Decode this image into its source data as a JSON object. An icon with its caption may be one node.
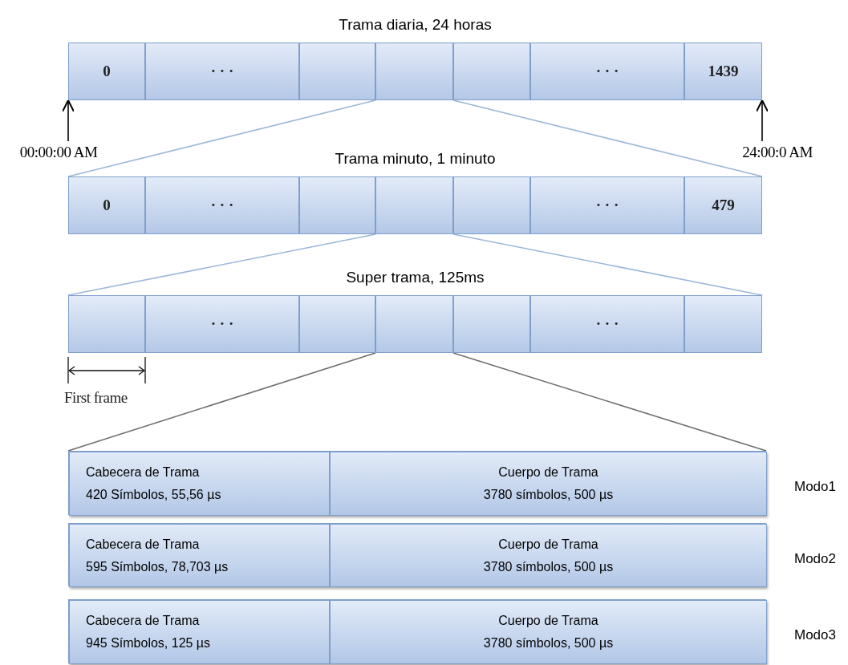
{
  "diagram": {
    "nodes": [
      {
        "text": [
          "Trama diaria, 24 horas"
        ]
      },
      {
        "text": [
          "0"
        ],
        "in": 0
      },
      {
        "text": [
          "· · ·"
        ],
        "in": 0
      },
      {
        "text": [],
        "shape": "box",
        "in": 0
      },
      {
        "text": [],
        "shape": "box",
        "in": 0
      },
      {
        "text": [],
        "shape": "box",
        "in": 0
      },
      {
        "text": [
          "· · ·"
        ],
        "in": 0
      },
      {
        "text": [
          "1439"
        ],
        "in": 0
      },
      {
        "text": [
          "00:00:00 AM"
        ]
      },
      {
        "text": [
          "24:00:0 AM"
        ]
      },
      {
        "text": [
          "Trama minuto, 1 minuto"
        ]
      },
      {
        "text": [
          "0"
        ],
        "in": 10
      },
      {
        "text": [
          "· · ·"
        ],
        "in": 10
      },
      {
        "text": [],
        "shape": "box",
        "in": 10
      },
      {
        "text": [],
        "shape": "box",
        "in": 10
      },
      {
        "text": [],
        "shape": "box",
        "in": 10
      },
      {
        "text": [
          "· · ·"
        ],
        "in": 10
      },
      {
        "text": [
          "479"
        ],
        "in": 10
      },
      {
        "text": [
          "Super trama, 125ms"
        ]
      },
      {
        "text": [],
        "shape": "box",
        "in": 18
      },
      {
        "text": [
          "· · ·"
        ],
        "in": 18
      },
      {
        "text": [],
        "shape": "box",
        "in": 18
      },
      {
        "text": [],
        "shape": "box",
        "in": 18
      },
      {
        "text": [],
        "shape": "box",
        "in": 18
      },
      {
        "text": [
          "· · ·"
        ],
        "in": 18
      },
      {
        "text": [],
        "shape": "box",
        "in": 18
      },
      {
        "text": [],
        "shape": "box",
        "beside": [
          "Modo1"
        ]
      },
      {
        "text": [
          "Cabecera de Trama",
          "420 Símbolos, 55,56 µs"
        ],
        "in": 26
      },
      {
        "text": [
          "Cuerpo de Trama",
          "3780 símbolos, 500 µs"
        ],
        "in": 26
      },
      {
        "text": [],
        "shape": "box",
        "beside": [
          "Modo2"
        ]
      },
      {
        "text": [
          "Cabecera de Trama",
          "595 Símbolos, 78,703 µs"
        ],
        "in": 29
      },
      {
        "text": [
          "Cuerpo de Trama",
          "3780 símbolos, 500 µs"
        ],
        "in": 29
      },
      {
        "text": [],
        "shape": "box",
        "beside": [
          "Modo3"
        ]
      },
      {
        "text": [
          "Cabecera de Trama",
          "945 Símbolos, 125 µs"
        ],
        "in": 32
      },
      {
        "text": [
          "Cuerpo de Trama",
          "3780 símbolos, 500 µs"
        ],
        "in": 32
      }
    ],
    "edges": [
      {
        "from": 4,
        "to": 10,
        "arrow": "none"
      },
      {
        "from": 4,
        "to": 10,
        "arrow": "none"
      },
      {
        "from": 8,
        "to": 0,
        "arrow": "to",
        "color": "#000000"
      },
      {
        "from": 9,
        "to": 0,
        "arrow": "to",
        "color": "#000000"
      },
      {
        "from": 14,
        "to": 18,
        "arrow": "none"
      },
      {
        "from": 14,
        "to": 18,
        "arrow": "none"
      },
      {
        "from": 22,
        "to": 26,
        "arrow": "none",
        "color": "#6e6e6e"
      },
      {
        "from": 22,
        "to": 26,
        "arrow": "none",
        "color": "#6e6e6e"
      }
    ],
    "labels": [
      "First frame"
    ]
  }
}
